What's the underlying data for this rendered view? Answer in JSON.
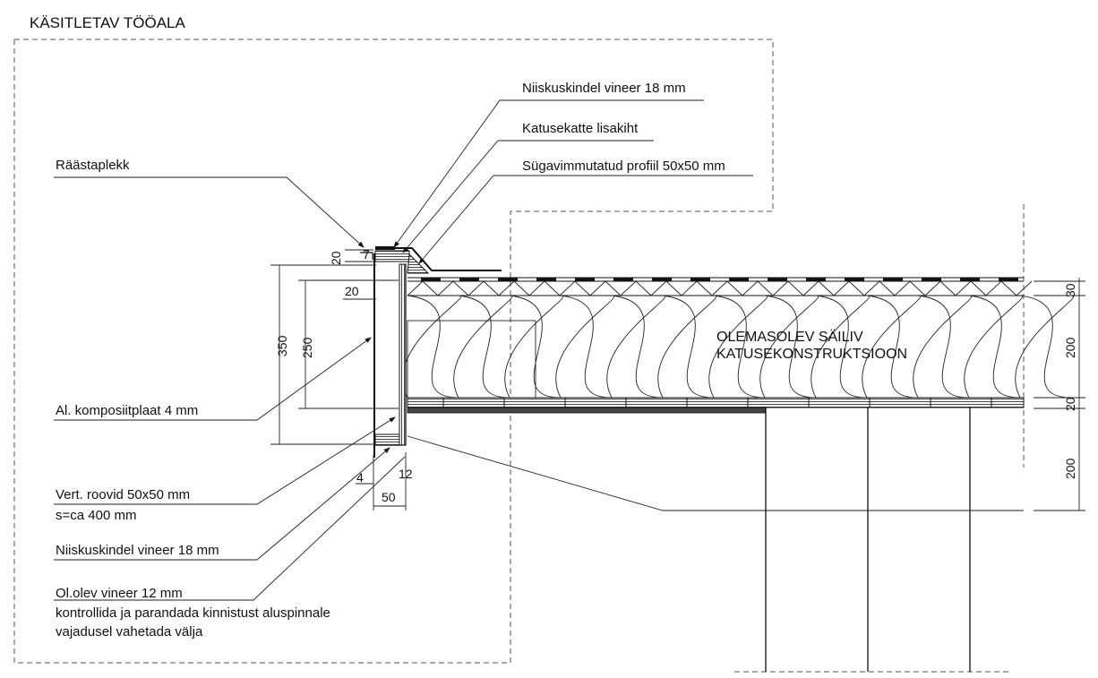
{
  "title": "KÄSITLETAV TÖÖALA",
  "structure_label": {
    "line1": "OLEMASOLEV  SÄILIV",
    "line2": "KATUSEKONSTRUKTSIOON"
  },
  "callouts_top": [
    {
      "text": "Niiskuskindel vineer 18 mm"
    },
    {
      "text": "Katusekatte lisakiht"
    },
    {
      "text": "Sügavimmutatud profiil 50x50 mm"
    }
  ],
  "callouts_left": [
    {
      "text": "Räästaplekk"
    },
    {
      "text": "Al. komposiitplaat 4 mm"
    },
    {
      "text": "Vert. roovid 50x50 mm",
      "subtext": "s=ca 400 mm"
    },
    {
      "text": "Niiskuskindel vineer 18 mm"
    },
    {
      "text": "Ol.olev vineer 12 mm",
      "subtext": "kontrollida ja parandada kinnistust aluspinnale",
      "subtext2": "vajadusel vahetada välja"
    }
  ],
  "dimensions_left": {
    "d20_top": "20",
    "d7": "7",
    "d20_inner": "20",
    "d350": "350",
    "d250": "250",
    "d4": "4",
    "d12": "12",
    "d50": "50"
  },
  "dimensions_right": [
    {
      "value": "30"
    },
    {
      "value": "200"
    },
    {
      "value": "20"
    },
    {
      "value": "200"
    }
  ]
}
